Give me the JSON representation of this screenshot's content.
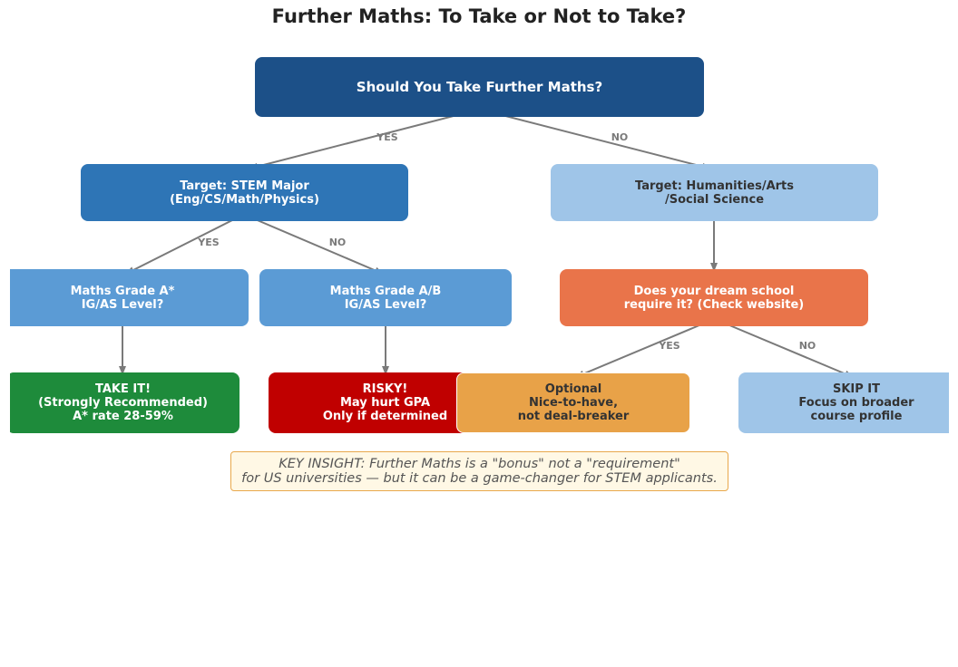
{
  "title": "Further Maths: To Take or Not to Take?",
  "colors": {
    "root": "#1c5088",
    "stem": "#2e75b6",
    "grade": "#5b9bd5",
    "humanities": "#9fc5e8",
    "dream_school": "#e9744a",
    "take_it": "#1e8b3b",
    "risky": "#c00000",
    "optional": "#e8a248",
    "skip_it": "#9fc5e8",
    "edge": "#7a7a7a",
    "insight_border": "#e8a84c",
    "insight_fill": "#fff8e5"
  },
  "nodes": {
    "root": "Should You Take Further Maths?",
    "stem": "Target: STEM Major\n(Eng/CS/Math/Physics)",
    "humanities": "Target: Humanities/Arts\n/Social Science",
    "grade_a_star": "Maths Grade A*\nIG/AS Level?",
    "grade_ab": "Maths Grade A/B\nIG/AS Level?",
    "dream_school": "Does your dream school\nrequire it? (Check website)",
    "take_it": "TAKE IT!\n(Strongly Recommended)\nA* rate 28-59%",
    "risky": "RISKY!\nMay hurt GPA\nOnly if determined",
    "optional": "Optional\nNice-to-have,\nnot deal-breaker",
    "skip_it": "SKIP IT\nFocus on broader\ncourse profile"
  },
  "edge_labels": {
    "root_stem": "YES",
    "root_humanities": "NO",
    "stem_a_star": "YES",
    "stem_ab": "NO",
    "dream_optional": "YES",
    "dream_skip": "NO"
  },
  "insight": "KEY INSIGHT: Further Maths is a \"bonus\" not a \"requirement\"\nfor US universities — but it can be a game-changer for STEM applicants."
}
